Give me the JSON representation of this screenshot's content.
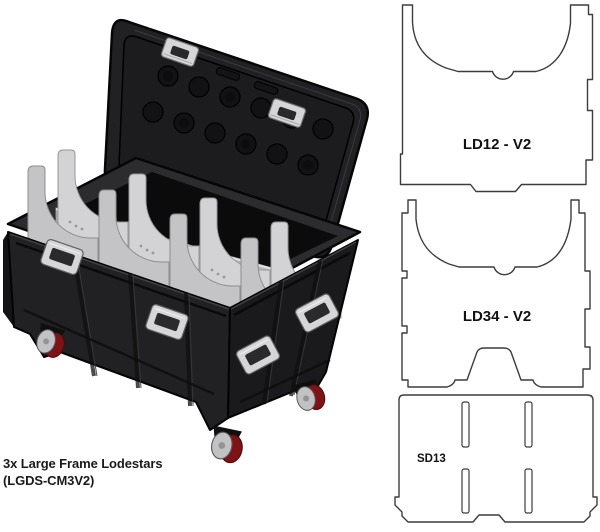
{
  "illustration": {
    "caption_line1": "3x Large Frame Lodestars",
    "caption_line2": "(LGDS-CM3V2)"
  },
  "panels": {
    "ld12": {
      "label": "LD12 - V2"
    },
    "ld34": {
      "label": "LD34 - V2"
    },
    "sd13": {
      "label": "SD13"
    }
  },
  "colors": {
    "background": "#ffffff",
    "case_black": "#212123",
    "case_side_dark": "#1a1a1c",
    "rim_gray": "#2c2c2e",
    "divider_gray": "#c4c4c6",
    "divider_back_gray": "#d3d3d5",
    "hardware_gray": "#d6d6d8",
    "caster_red": "#7e1215",
    "wheel_gray": "#c2c2c4",
    "outline_stroke": "#3c3c3c",
    "text": "#1a1a1a"
  }
}
